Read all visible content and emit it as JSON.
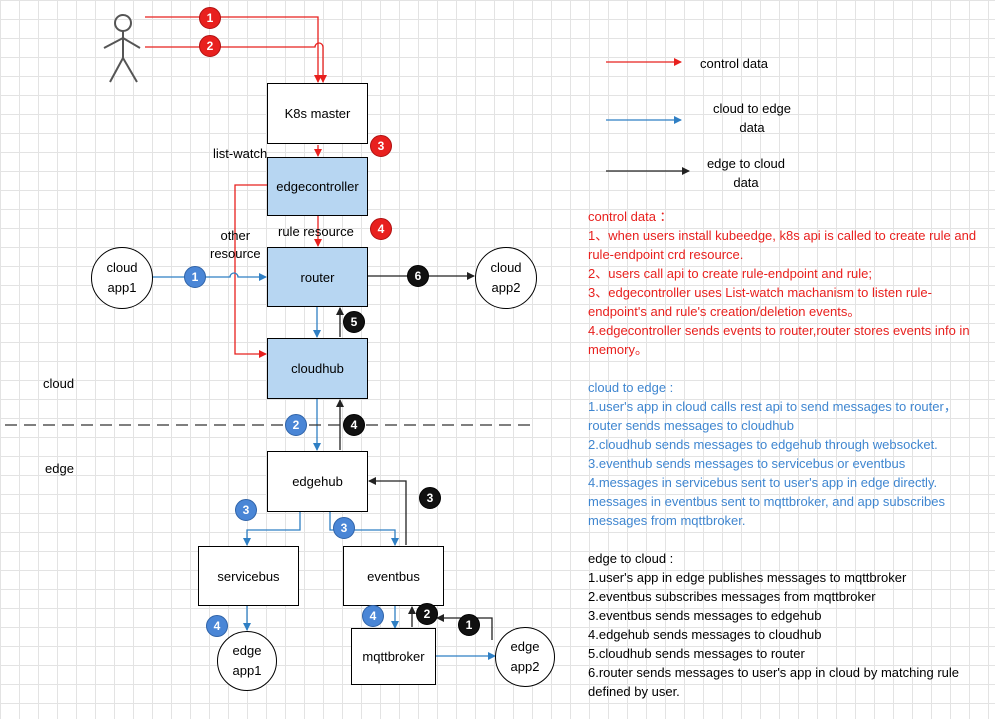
{
  "nodes": {
    "k8s_master": "K8s master",
    "edgecontroller": "edgecontroller",
    "router": "router",
    "cloudhub": "cloudhub",
    "edgehub": "edgehub",
    "servicebus": "servicebus",
    "eventbus": "eventbus",
    "mqttbroker": "mqttbroker",
    "cloud_app1": "cloud\napp1",
    "cloud_app2": "cloud\napp2",
    "edge_app1": "edge\napp1",
    "edge_app2": "edge\napp2"
  },
  "labels": {
    "list_watch": "list-watch",
    "rule_resource": "rule resource",
    "other_resource": "other\nresource",
    "cloud": "cloud",
    "edge": "edge"
  },
  "badges": {
    "red": [
      "1",
      "2",
      "3",
      "4"
    ],
    "blue": [
      "1",
      "2",
      "3",
      "3",
      "4",
      "4"
    ],
    "black": [
      "6",
      "5",
      "4",
      "3",
      "2",
      "1"
    ]
  },
  "legend": {
    "control": "control data",
    "cloud_to_edge": "cloud to edge\ndata",
    "edge_to_cloud": "edge to cloud\ndata"
  },
  "colors": {
    "control": "#e8201e",
    "cloud_to_edge": "#2f7fc4",
    "edge_to_cloud": "#222222",
    "node_fill": "#b7d6f2"
  },
  "notes": {
    "control_title": "control data ：",
    "control_lines": [
      "1、when users install kubeedge, k8s api is called to create rule and rule-endpoint crd resource.",
      "2、users call api to create rule-endpoint and rule;",
      "3、edgecontroller uses List-watch machanism to listen rule-endpoint's and rule's creation/deletion events。",
      "4.edgecontroller sends events to router,router stores events info in memory。"
    ],
    "c2e_title": "cloud to edge :",
    "c2e_lines": [
      "1.user's app in cloud calls rest api to send messages to router，router sends messages to cloudhub",
      "2.cloudhub sends messages to edgehub through websocket.",
      "3.eventhub sends messages to servicebus or eventbus",
      "4.messages in servicebus sent to user's app in edge directly. messages in eventbus sent to mqttbroker, and app subscribes messages from mqttbroker."
    ],
    "e2c_title": "edge to cloud :",
    "e2c_lines": [
      "1.user's app in edge publishes messages to mqttbroker",
      "2.eventbus subscribes messages from mqttbroker",
      "3.eventbus sends messages to edgehub",
      "4.edgehub sends messages to cloudhub",
      "5.cloudhub sends messages to router",
      "6.router sends messages to user's app in cloud by matching rule defined by user."
    ]
  }
}
